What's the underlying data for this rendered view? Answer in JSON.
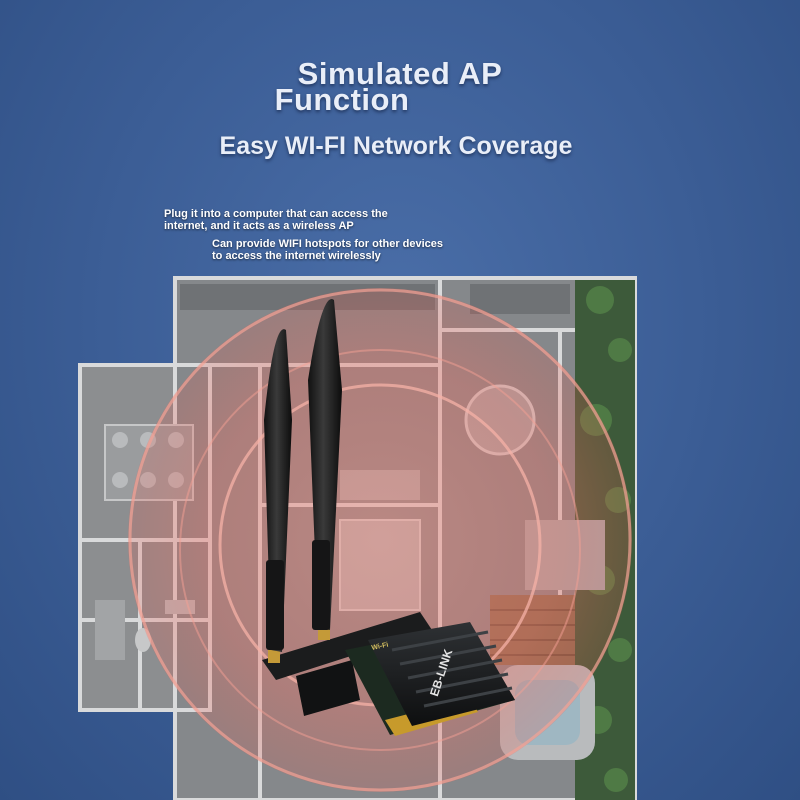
{
  "heading": {
    "line1": "Simulated AP",
    "line2": "Function",
    "subtitle": "Easy WI-FI Network Coverage"
  },
  "description": {
    "block1": [
      "Plug it into a computer that can access the",
      "internet, and it acts as a wireless AP"
    ],
    "block2": [
      "Can provide WIFI hotspots for other devices",
      "to access the internet wirelessly"
    ]
  },
  "product": {
    "brand": "EB-LINK",
    "label_small": "Wi-Fi"
  },
  "colors": {
    "background": "#3a5c94",
    "signal": "#f07a6e",
    "floor": "#8a8d90",
    "card": "#1a1c1e"
  }
}
